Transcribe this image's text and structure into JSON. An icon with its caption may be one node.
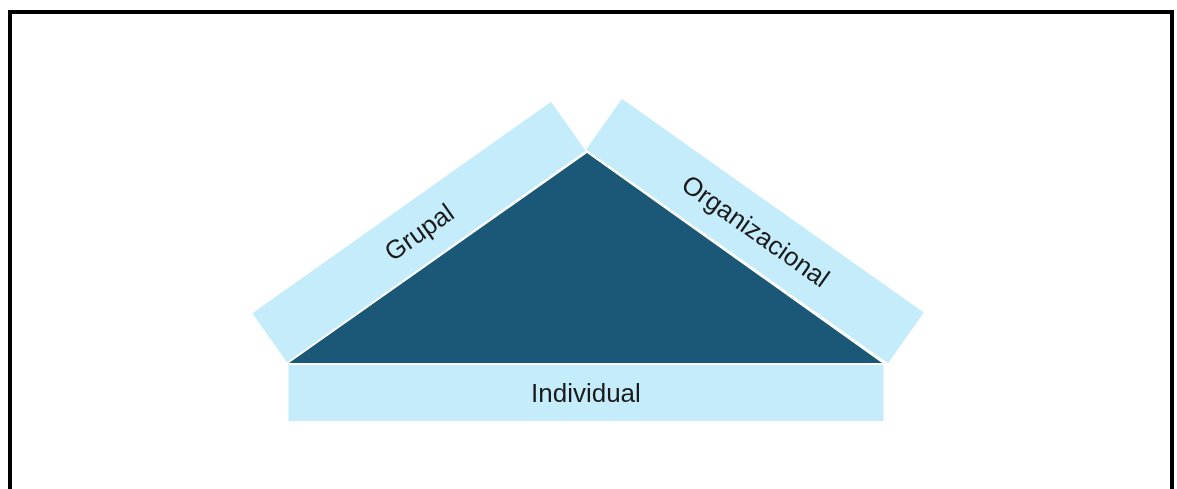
{
  "diagram": {
    "nodes": [
      {
        "text": [
          "Grupal"
        ]
      },
      {
        "text": [
          "Organizacional"
        ]
      },
      {
        "text": [
          "Individual"
        ]
      }
    ]
  }
}
